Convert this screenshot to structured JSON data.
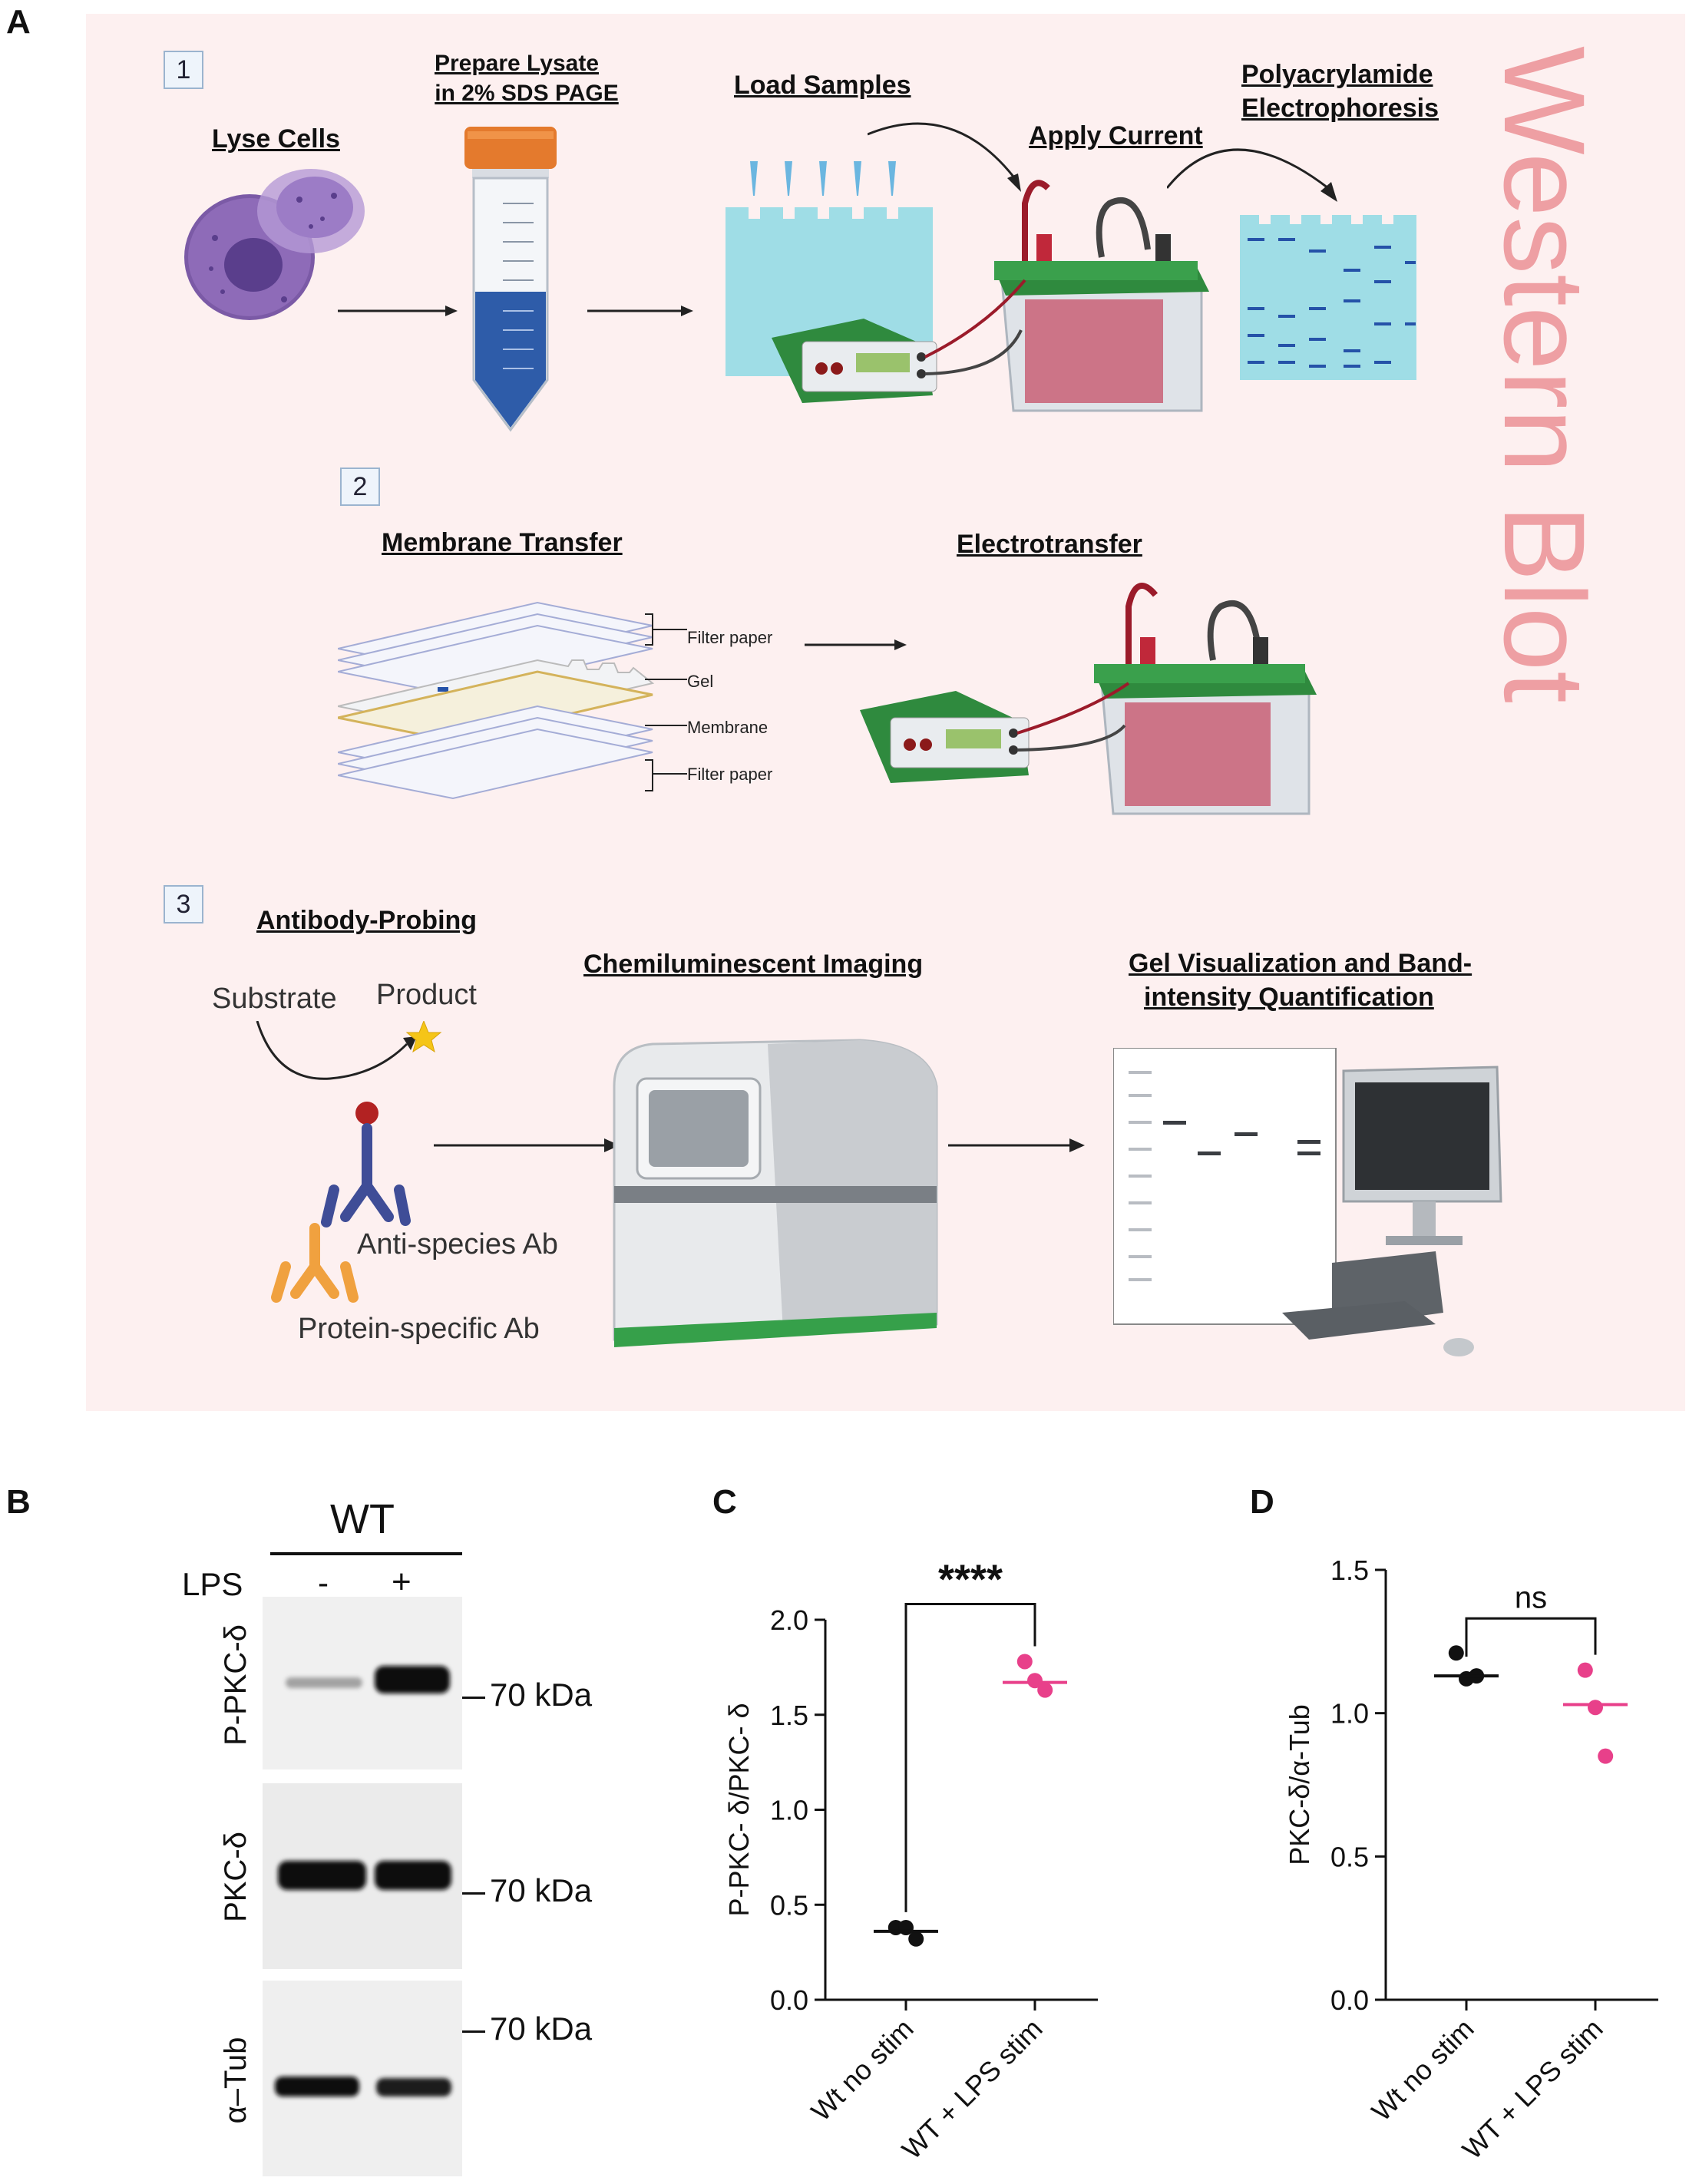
{
  "panelA": {
    "letter": "A",
    "watermark": "Western Blot",
    "steps": [
      "1",
      "2",
      "3"
    ],
    "titles": {
      "lyse": "Lyse Cells",
      "prepare1": "Prepare Lysate",
      "prepare2": "in 2% SDS PAGE",
      "load": "Load Samples",
      "apply": "Apply Current",
      "poly1": "Polyacrylamide",
      "poly2": "Electrophoresis",
      "membrane": "Membrane Transfer",
      "electro": "Electrotransfer",
      "antibody": "Antibody-Probing",
      "chemi": "Chemiluminescent Imaging",
      "gelvis1": "Gel Visualization and Band-",
      "gelvis2": "intensity Quantification"
    },
    "stack_labels": {
      "filter_top": "Filter paper",
      "gel": "Gel",
      "membrane": "Membrane",
      "filter_bottom": "Filter paper"
    },
    "antibody_labels": {
      "substrate": "Substrate",
      "product": "Product",
      "anti_species": "Anti-species Ab",
      "protein_specific": "Protein-specific Ab"
    }
  },
  "panelB": {
    "letter": "B",
    "genotype": "WT",
    "treatment": "LPS",
    "minus": "-",
    "plus": "+",
    "blots": [
      {
        "label": "P-PKC-δ",
        "marker": "70 kDa",
        "lane_intensity": [
          0.35,
          1.0
        ]
      },
      {
        "label": "PKC-δ",
        "marker": "70 kDa",
        "lane_intensity": [
          0.95,
          0.95
        ]
      },
      {
        "label": "α–Tub",
        "marker": "70 kDa",
        "lane_intensity": [
          0.95,
          0.85
        ]
      }
    ]
  },
  "panelC": {
    "letter": "C",
    "significance": "****",
    "chart_data": {
      "type": "scatter",
      "ylabel": "P-PKC- δ/PKC- δ",
      "ylim": [
        0.0,
        2.0
      ],
      "yticks": [
        "0.0",
        "0.5",
        "1.0",
        "1.5",
        "2.0"
      ],
      "categories": [
        "Wt no stim",
        "WT + LPS stim"
      ],
      "series": [
        {
          "category": "Wt no stim",
          "color": "#111111",
          "points": [
            0.38,
            0.38,
            0.32
          ],
          "mean": 0.36
        },
        {
          "category": "WT + LPS stim",
          "color": "#e8408a",
          "points": [
            1.78,
            1.68,
            1.63
          ],
          "mean": 1.67
        }
      ],
      "annotation": "****"
    }
  },
  "panelD": {
    "letter": "D",
    "significance": "ns",
    "chart_data": {
      "type": "scatter",
      "ylabel": "PKC-δ/α-Tub",
      "ylim": [
        0.0,
        1.5
      ],
      "yticks": [
        "0.0",
        "0.5",
        "1.0",
        "1.5"
      ],
      "categories": [
        "Wt no stim",
        "WT + LPS stim"
      ],
      "series": [
        {
          "category": "Wt no stim",
          "color": "#111111",
          "points": [
            1.21,
            1.12,
            1.13
          ],
          "mean": 1.13
        },
        {
          "category": "WT + LPS stim",
          "color": "#e8408a",
          "points": [
            1.15,
            1.02,
            0.85
          ],
          "mean": 1.03
        }
      ],
      "annotation": "ns"
    }
  },
  "colors": {
    "accent_pink": "#e8408a",
    "watermark_pink": "#ee9fa3",
    "panel_bg": "#fdf0f0",
    "gel_blue": "#9fdde6",
    "band_blue": "#2552a8",
    "tank_green": "#2f8a3e"
  }
}
